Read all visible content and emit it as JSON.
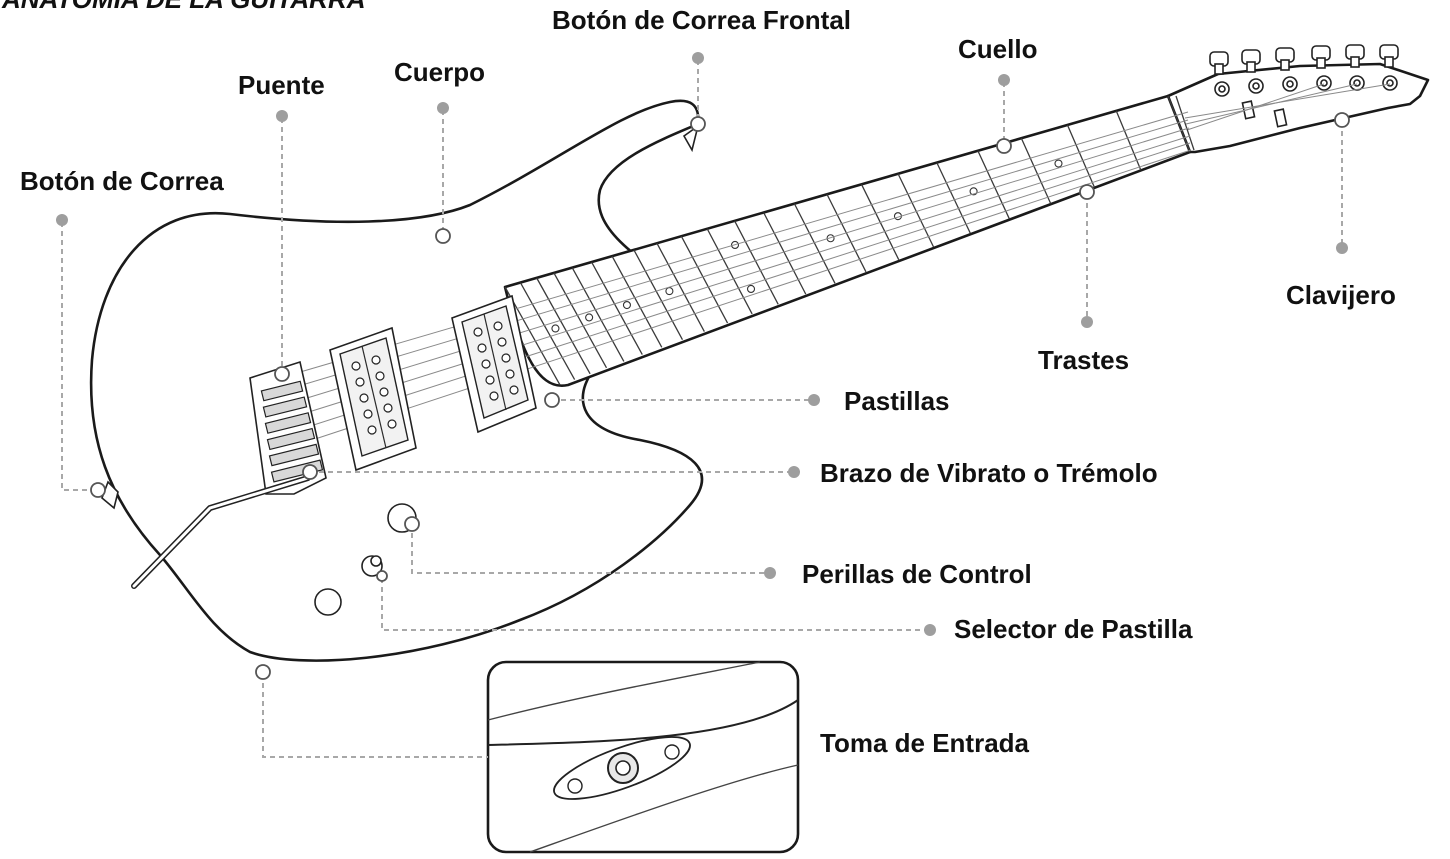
{
  "title": "ANATOMÍA DE LA GUITARRA",
  "labels": {
    "boton_frontal": "Botón de Correa Frontal",
    "cuello": "Cuello",
    "puente": "Puente",
    "cuerpo": "Cuerpo",
    "boton_correa": "Botón de Correa",
    "clavijero": "Clavijero",
    "trastes": "Trastes",
    "pastillas": "Pastillas",
    "brazo": "Brazo de Vibrato o Trémolo",
    "perillas": "Perillas de Control",
    "selector": "Selector de Pastilla",
    "toma": "Toma de Entrada"
  },
  "colors": {
    "ink": "#111111",
    "leader": "#a8a8a8",
    "background": "#ffffff"
  }
}
